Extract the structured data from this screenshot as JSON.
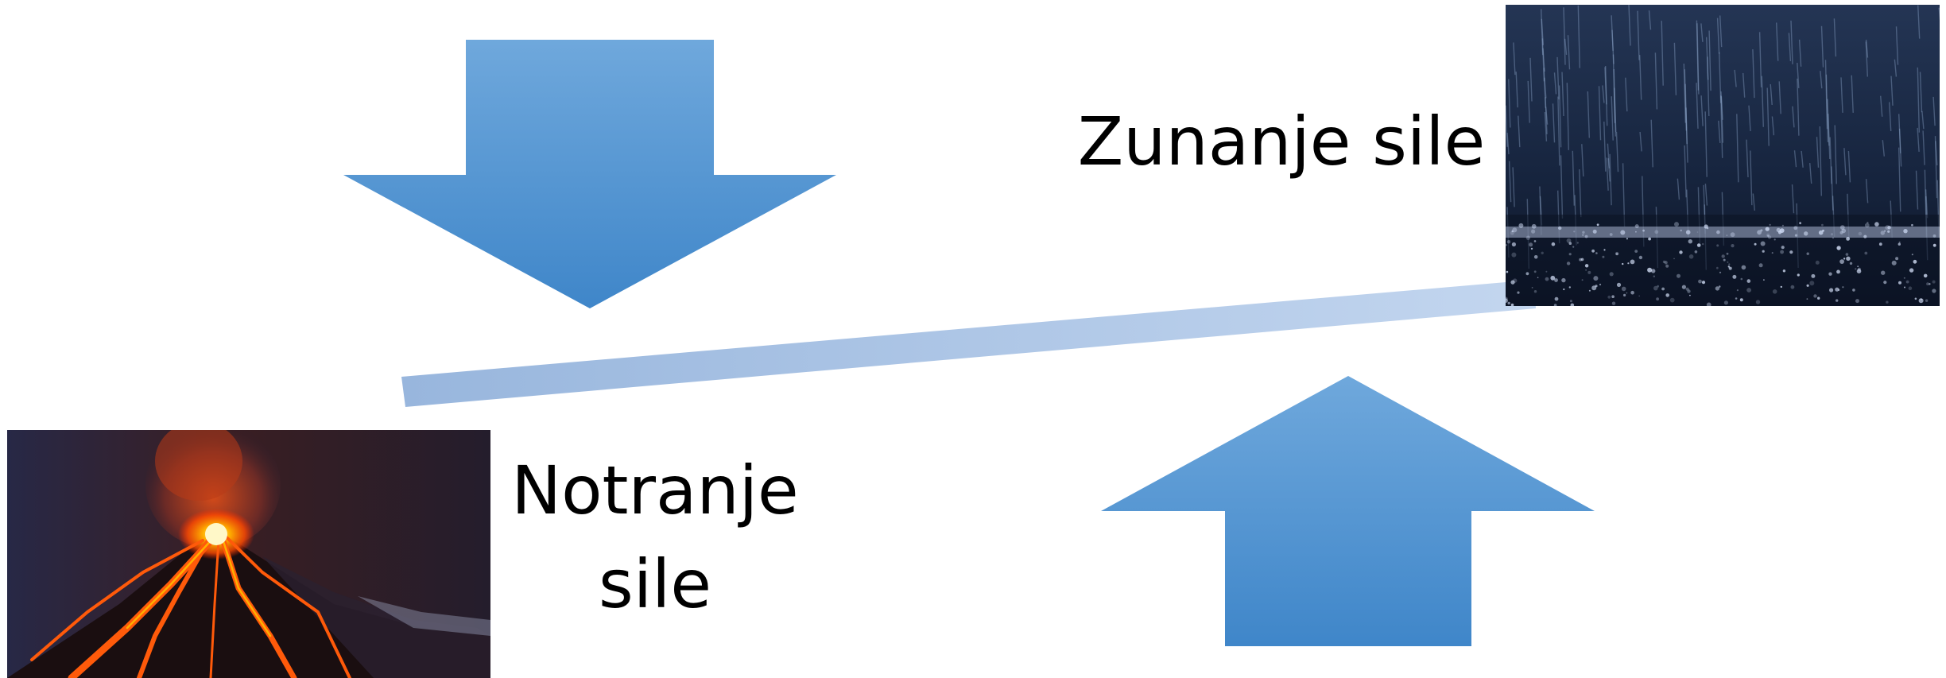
{
  "diagram": {
    "external_label": "Zunanje sile",
    "internal_label_line1": "Notranje",
    "internal_label_line2": "sile",
    "colors": {
      "arrow_top": "#6fa8dc",
      "arrow_bottom": "#3f86c9",
      "beam_left": "#98b6dd",
      "beam_right": "#c3d6ef",
      "rain_bg": "#16233c",
      "volcano_bg": "#1f1a2e",
      "lava": "#ff6a00"
    },
    "icons": {
      "external_image": "rain-photo",
      "internal_image": "volcano-photo",
      "down_arrow": "down-arrow-icon",
      "up_arrow": "up-arrow-icon"
    }
  }
}
